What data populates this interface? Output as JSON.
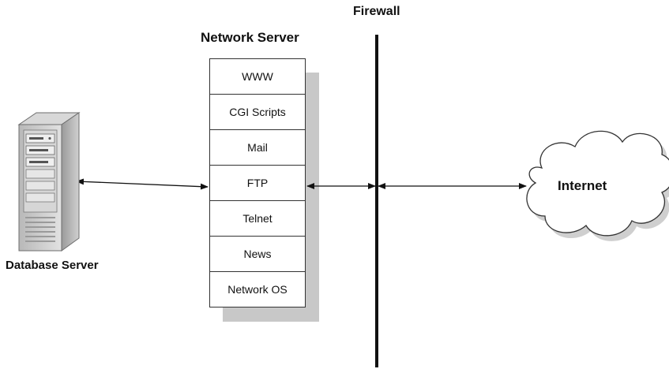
{
  "labels": {
    "firewall": "Firewall",
    "network_server": "Network Server",
    "database_server": "Database Server",
    "internet": "Internet"
  },
  "stack": {
    "layers": [
      "WWW",
      "CGI Scripts",
      "Mail",
      "FTP",
      "Telnet",
      "News",
      "Network OS"
    ]
  },
  "icons": {
    "database_server": "server-tower-icon",
    "internet": "cloud-icon"
  }
}
